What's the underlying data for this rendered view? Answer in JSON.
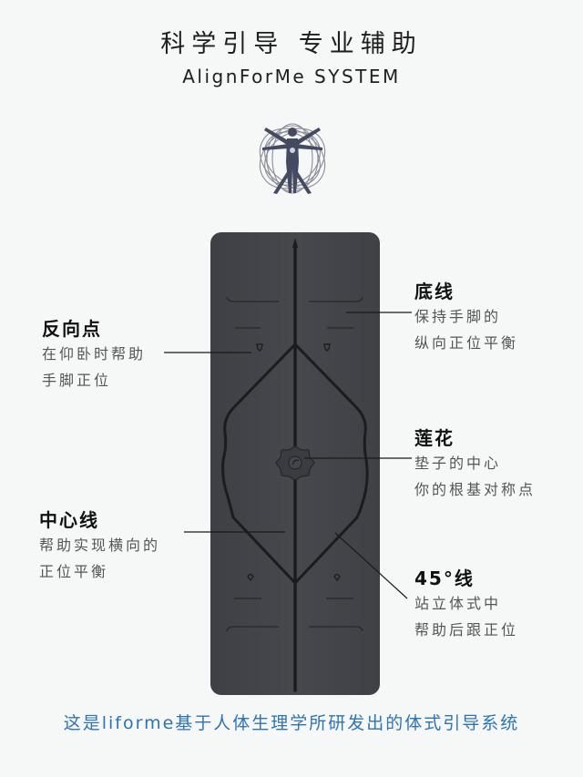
{
  "header": {
    "title_cn": "科学引导 专业辅助",
    "title_en": "AlignForMe SYSTEM",
    "logo_icon": "vitruvian-man-icon"
  },
  "mat": {
    "color": "#44464b",
    "line_color": "#1a1b1e",
    "center_icon": "lotus-icon"
  },
  "callouts": [
    {
      "id": "reverse-point",
      "title": "反向点",
      "lines": [
        "在仰卧时帮助",
        "手脚正位"
      ]
    },
    {
      "id": "baseline",
      "title": "底线",
      "lines": [
        "保持手脚的",
        "纵向正位平衡"
      ]
    },
    {
      "id": "lotus",
      "title": "莲花",
      "lines": [
        "垫子的中心",
        "你的根基对称点"
      ]
    },
    {
      "id": "center-line",
      "title": "中心线",
      "lines": [
        "帮助实现横向的",
        "正位平衡"
      ]
    },
    {
      "id": "line-45",
      "title": "45°线",
      "lines": [
        "站立体式中",
        "帮助后跟正位"
      ]
    }
  ],
  "footer": {
    "text": "这是liforme基于人体生理学所研发出的体式引导系统",
    "color": "#2e74b5"
  }
}
